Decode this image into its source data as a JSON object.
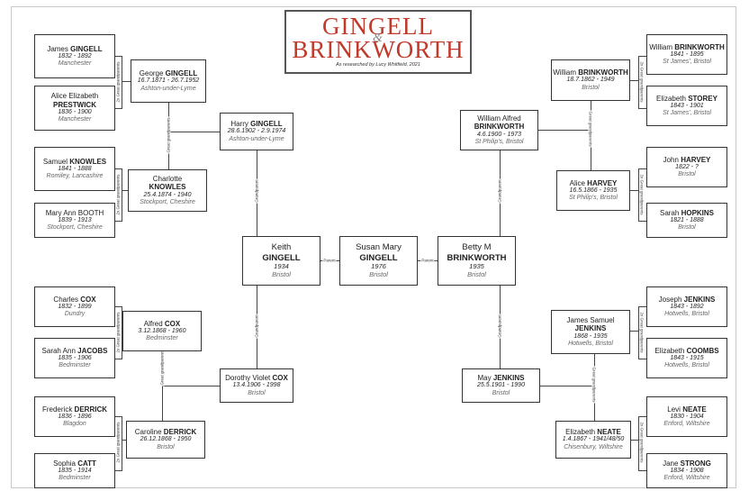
{
  "title": {
    "line1": "GINGELL",
    "amp": "&",
    "line2": "BRINKWORTH",
    "subtitle": "As researched by Lucy Whitfield, 2021"
  },
  "people": {
    "p_james_gingell": {
      "first": "James ",
      "last": "GINGELL",
      "dates": "1832 - 1892",
      "place": "Manchester"
    },
    "p_alice_prestwick": {
      "first": "Alice Elizabeth",
      "last": "PRESTWICK",
      "dates": "1836 - 1900",
      "place": "Manchester"
    },
    "p_samuel_knowles": {
      "first": "Samuel ",
      "last": "KNOWLES",
      "dates": "1841 - 1888",
      "place": "Romiley, Lancashire"
    },
    "p_maryann_booth": {
      "first": "Mary Ann BOOTH",
      "last": "",
      "dates": "1839 - 1913",
      "place": "Stockport, Cheshire"
    },
    "p_charles_cox": {
      "first": "Charles ",
      "last": "COX",
      "dates": "1832 - 1899",
      "place": "Dundry"
    },
    "p_sarahann_jacobs": {
      "first": "Sarah Ann ",
      "last": "JACOBS",
      "dates": "1835 - 1906",
      "place": "Bedminster"
    },
    "p_frederick_derrick": {
      "first": "Frederick ",
      "last": "DERRICK",
      "dates": "1836 - 1896",
      "place": "Blagdon"
    },
    "p_sophia_catt": {
      "first": "Sophia ",
      "last": "CATT",
      "dates": "1835 - 1914",
      "place": "Bedminster"
    },
    "p_george_gingell": {
      "first": "George ",
      "last": "GINGELL",
      "dates": "16.7.1871 - 26.7.1952",
      "place": "Ashton-under-Lyme"
    },
    "p_charlotte_knowles": {
      "first": "Charlotte",
      "last": "KNOWLES",
      "dates": "25.4.1874 - 1940",
      "place": "Stockport, Cheshire"
    },
    "p_alfred_cox": {
      "first": "Alfred ",
      "last": "COX",
      "dates": "3.12.1868 - 1960",
      "place": "Bedminster"
    },
    "p_caroline_derrick": {
      "first": "Caroline ",
      "last": "DERRICK",
      "dates": "26.12.1868 - 1950",
      "place": "Bristol"
    },
    "p_harry_gingell": {
      "first": "Harry ",
      "last": "GINGELL",
      "dates": "28.6.1902 - 2.9.1974",
      "place": "Ashton-under-Lyme"
    },
    "p_dorothy_cox": {
      "first": "Dorothy Violet ",
      "last": "COX",
      "dates": "13.4.1906 - 1998",
      "place": "Bristol"
    },
    "p_keith_gingell": {
      "first": "Keith",
      "last": "GINGELL",
      "dates": "1934",
      "place": "Bristol"
    },
    "p_susan_gingell": {
      "first": "Susan Mary",
      "last": "GINGELL",
      "dates": "1976",
      "place": "Bristol"
    },
    "p_betty_brinkworth": {
      "first": "Betty M",
      "last": "BRINKWORTH",
      "dates": "1935",
      "place": "Bristol"
    },
    "p_william_alfred": {
      "first": "William Alfred",
      "last": "BRINKWORTH",
      "dates": "4.6.1900 - 1973",
      "place": "St Philip's, Bristol"
    },
    "p_may_jenkins": {
      "first": "May ",
      "last": "JENKINS",
      "dates": "25.5.1901 - 1990",
      "place": "Bristol"
    },
    "p_william_brinkworth": {
      "first": "William ",
      "last": "BRINKWORTH",
      "dates": "18.7.1862 - 1949",
      "place": "Bristol"
    },
    "p_alice_harvey": {
      "first": "Alice ",
      "last": "HARVEY",
      "dates": "16.5.1866 - 1935",
      "place": "St Philip's, Bristol"
    },
    "p_james_jenkins": {
      "first": "James Samuel",
      "last": "JENKINS",
      "dates": "1868 - 1935",
      "place": "Hotwells, Bristol"
    },
    "p_elizabeth_neate": {
      "first": "Elizabeth ",
      "last": "NEATE",
      "dates": "1.4.1867 - 1941/48/50",
      "place": "Chisenbury, Wiltshire"
    },
    "p_william_brinkworth_sr": {
      "first": "William ",
      "last": "BRINKWORTH",
      "dates": "1841 - 1895",
      "place": "St James', Bristol"
    },
    "p_elizabeth_storey": {
      "first": "Elizabeth ",
      "last": "STOREY",
      "dates": "1843 - 1901",
      "place": "St James', Bristol"
    },
    "p_john_harvey": {
      "first": "John ",
      "last": "HARVEY",
      "dates": "1822 - ?",
      "place": "Bristol"
    },
    "p_sarah_hopkins": {
      "first": "Sarah ",
      "last": "HOPKINS",
      "dates": "1821 - 1888",
      "place": "Bristol"
    },
    "p_joseph_jenkins": {
      "first": "Joseph ",
      "last": "JENKINS",
      "dates": "1843 - 1892",
      "place": "Hotwells, Bristol"
    },
    "p_elizabeth_coombs": {
      "first": "Elizabeth ",
      "last": "COOMBS",
      "dates": "1843 - 1915",
      "place": "Hotwells, Bristol"
    },
    "p_levi_neate": {
      "first": "Levi ",
      "last": "NEATE",
      "dates": "1830 - 1904",
      "place": "Enford, Wiltshire"
    },
    "p_jane_strong": {
      "first": "Jane ",
      "last": "STRONG",
      "dates": "1834 - 1908",
      "place": "Enford, Wiltshire"
    }
  },
  "relations": {
    "parent": "Parent",
    "grandparent": "Grandparent",
    "great": "Great grandparents",
    "great2": "2x Great grandparents"
  }
}
